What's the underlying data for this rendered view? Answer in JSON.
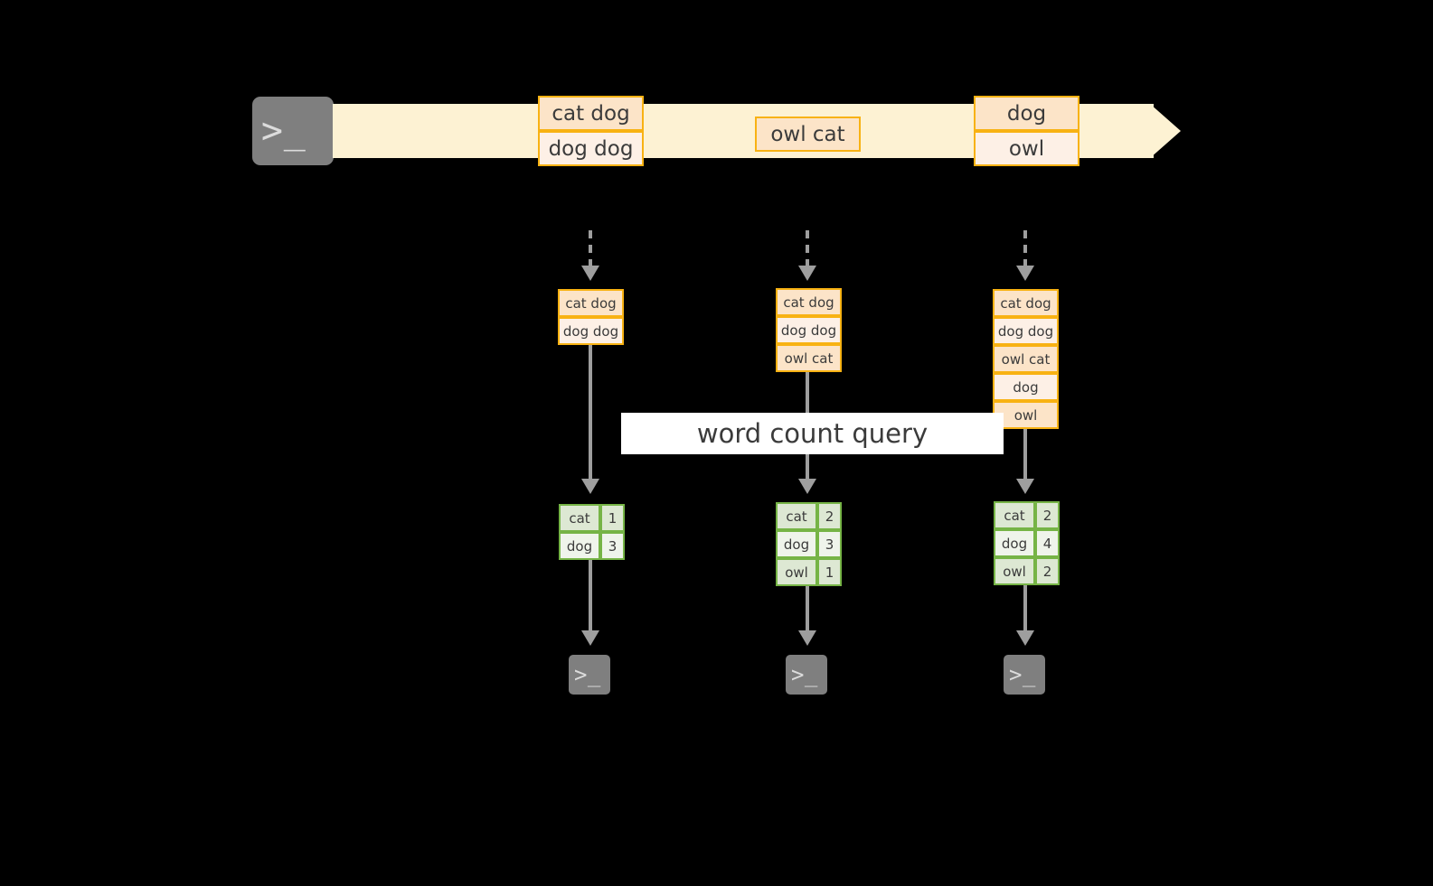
{
  "diagram": {
    "title_label": "word count query",
    "colors": {
      "background": "#000000",
      "stream_band": "#fdf2d3",
      "event_border": "#f8b213",
      "event_fill_dark": "#fce4c8",
      "event_fill_light": "#fdf0e6",
      "result_border": "#76b446",
      "result_fill_dark": "#dde8d3",
      "result_fill_light": "#eff4eb",
      "terminal_body": "#7f7f7f",
      "connector": "#9e9e9e",
      "label_background": "#ffffff",
      "text": "#3b3b3b"
    },
    "icons": {
      "source_terminal": "terminal-prompt-icon",
      "sink_terminal": "terminal-prompt-icon",
      "terminal_glyph": ">_"
    },
    "stream": {
      "groups": [
        {
          "events": [
            "cat dog",
            "dog dog"
          ]
        },
        {
          "events": [
            "owl cat"
          ]
        },
        {
          "events": [
            "dog",
            "owl"
          ]
        }
      ]
    },
    "snapshots": [
      {
        "events": [
          "cat dog",
          "dog dog"
        ]
      },
      {
        "events": [
          "cat dog",
          "dog dog",
          "owl cat"
        ]
      },
      {
        "events": [
          "cat dog",
          "dog dog",
          "owl cat",
          "dog",
          "owl"
        ]
      }
    ],
    "results": [
      {
        "rows": [
          {
            "word": "cat",
            "count": "1"
          },
          {
            "word": "dog",
            "count": "3"
          }
        ]
      },
      {
        "rows": [
          {
            "word": "cat",
            "count": "2"
          },
          {
            "word": "dog",
            "count": "3"
          },
          {
            "word": "owl",
            "count": "1"
          }
        ]
      },
      {
        "rows": [
          {
            "word": "cat",
            "count": "2"
          },
          {
            "word": "dog",
            "count": "4"
          },
          {
            "word": "owl",
            "count": "2"
          }
        ]
      }
    ]
  }
}
